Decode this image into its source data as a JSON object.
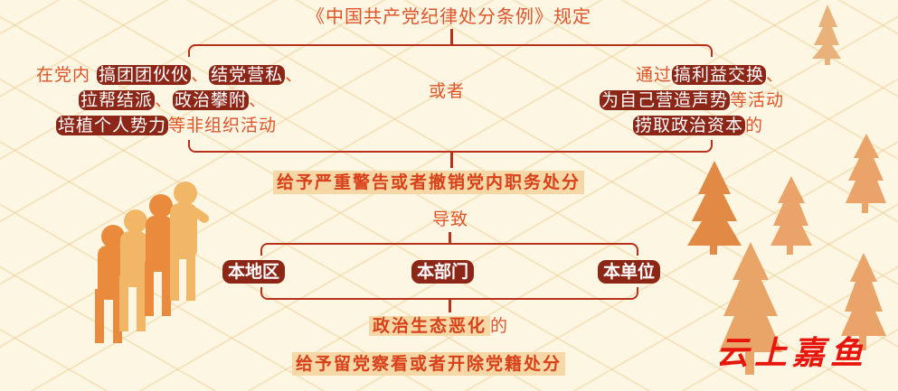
{
  "title": "《中国共产党纪律处分条例》规定",
  "left": {
    "prefix": "在党内",
    "chips": [
      "搞团团伙伙",
      "结党营私",
      "拉帮结派",
      "政治攀附",
      "培植个人势力"
    ],
    "sep": "、",
    "suffix": "等非组织活动"
  },
  "middle": "或者",
  "right": {
    "prefix": "通过",
    "chips": [
      "搞利益交换",
      "为自己营造声势",
      "捞取政治资本"
    ],
    "sep": "、",
    "suffix1": "等活动",
    "suffix2": "的"
  },
  "penalty1": "给予严重警告或者撤销党内职务处分",
  "lead_to": "导致",
  "scopes": [
    "本地区",
    "本部门",
    "本单位"
  ],
  "consequence": "政治生态恶化",
  "consequence_suffix": "的",
  "penalty2": "给予留党察看或者开除党籍处分",
  "logo": "云上嘉鱼",
  "colors": {
    "accent": "#e0542a",
    "chip": "#8c2617",
    "banner": "#f6d8a6",
    "logo": "#e8150c"
  }
}
